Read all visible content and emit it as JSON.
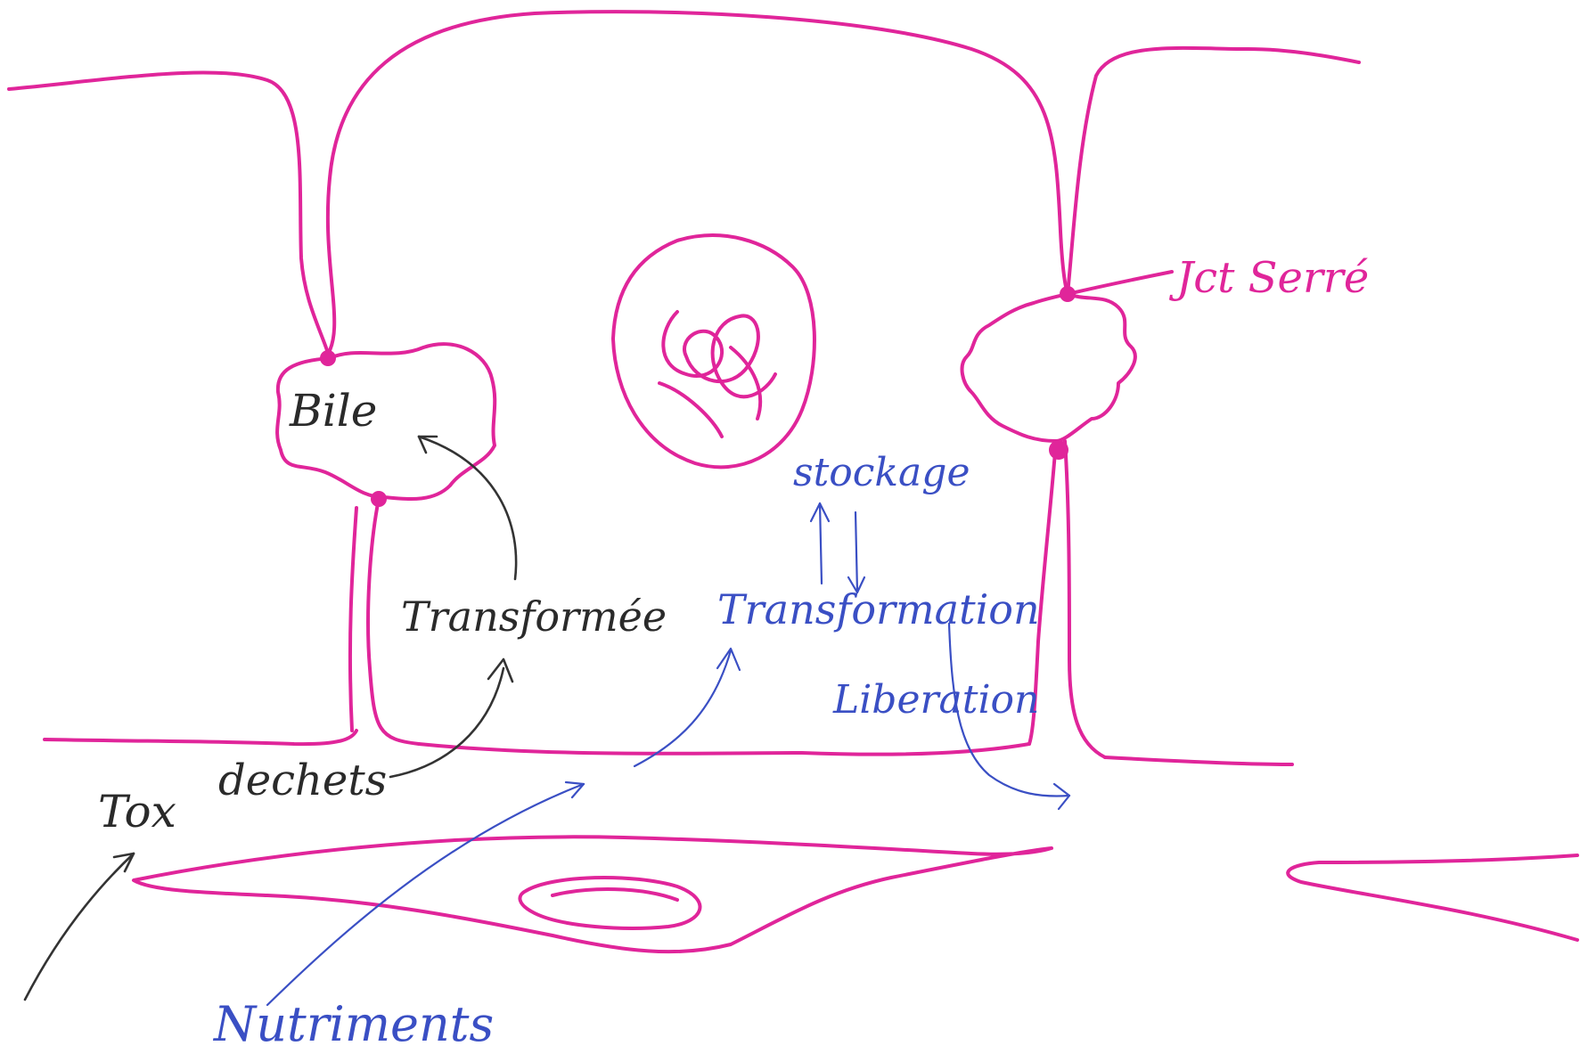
{
  "labels": {
    "bile": "Bile",
    "transformation_black": "Transformée",
    "dechets": "dechets",
    "tox": "Tox",
    "nutriments": "Nutriments",
    "transformation_blue": "Transformation",
    "stockage": "stockage",
    "liberation": "Liberation",
    "jct_serree": "Jct Serré"
  },
  "colors": {
    "membrane": "#e0259a",
    "blue_ink": "#3a4fc4",
    "black_ink": "#2a2a2a",
    "background": "#ffffff"
  }
}
